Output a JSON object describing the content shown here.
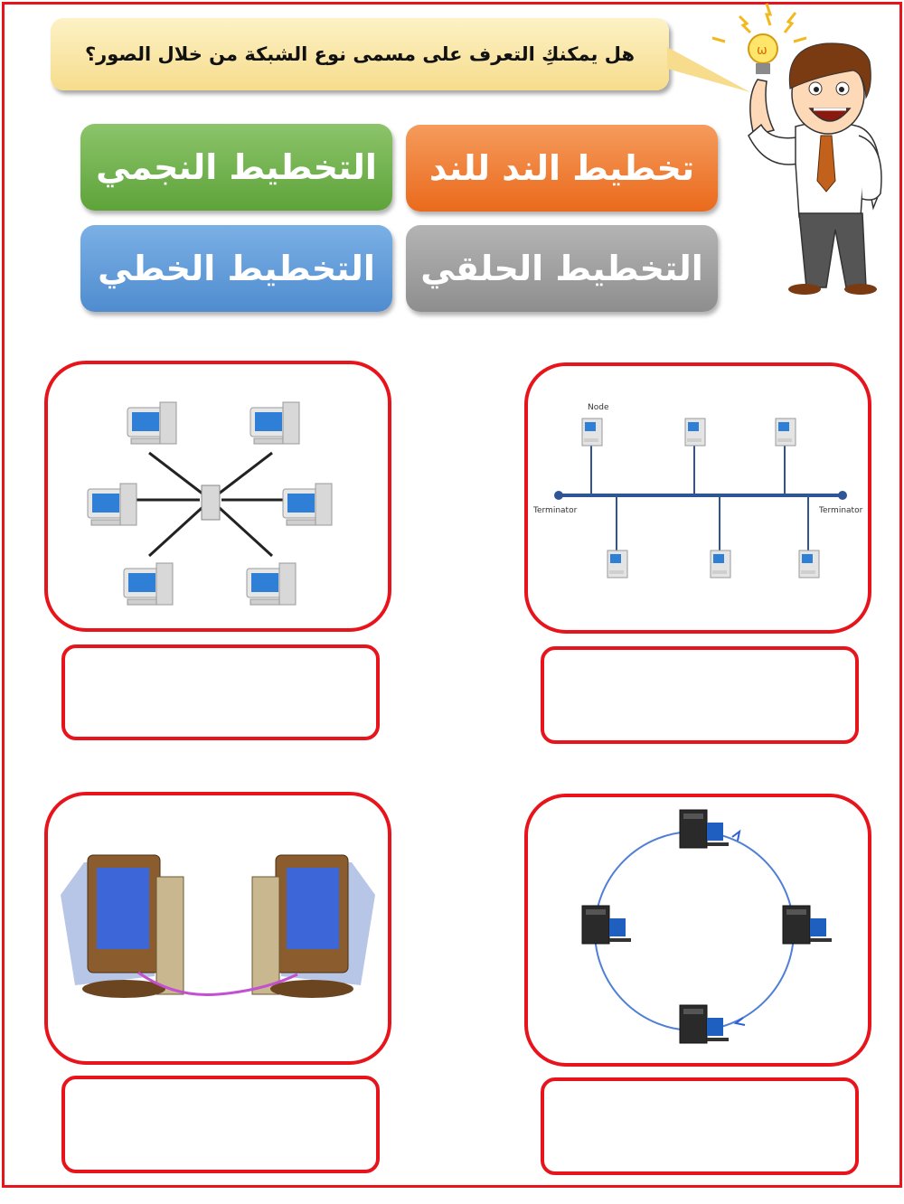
{
  "question": "هل يمكنكِ التعرف على مسمى نوع الشبكة من خلال الصور؟",
  "options": {
    "peer_to_peer": "تخطيط الند للند",
    "star": "التخطيط النجمي",
    "ring": "التخطيط الحلقي",
    "bus": "التخطيط الخطي"
  },
  "diagram_labels": {
    "node": "Node",
    "terminator_left": "Terminator",
    "terminator_right": "Terminator"
  },
  "answers": {
    "star": "",
    "bus": "",
    "peer_to_peer": "",
    "ring": ""
  },
  "colors": {
    "frame": "#e8141b",
    "orange": "#ea6a1c",
    "green": "#5ea33a",
    "gray": "#8e8e8e",
    "blue": "#4f8ccf"
  }
}
